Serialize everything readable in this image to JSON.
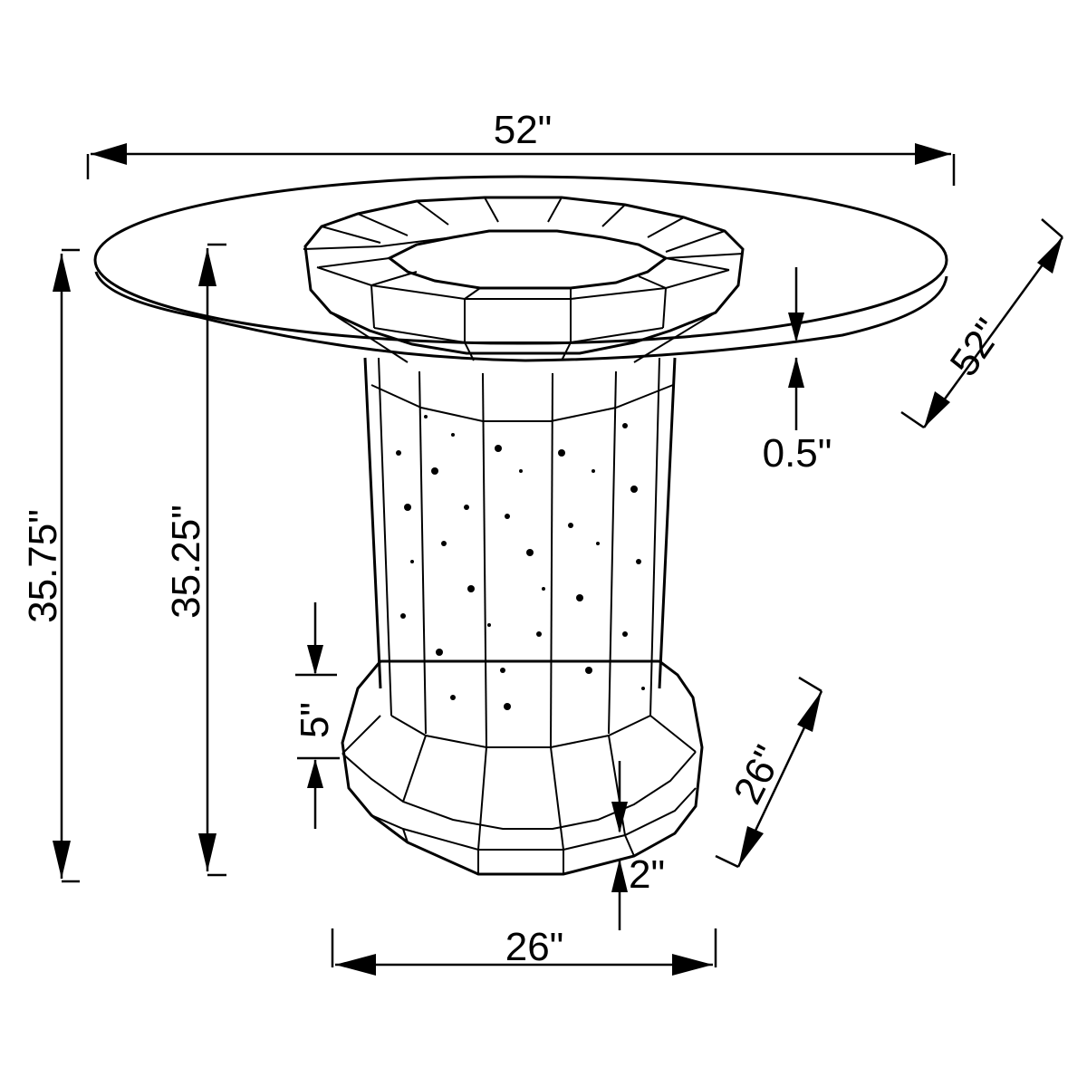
{
  "diagram": {
    "subject": "Round bar table with faceted mirrored pedestal base",
    "background": "#ffffff",
    "line_color": "#000000",
    "dimensions": {
      "top_width": "52\"",
      "top_depth": "52\"",
      "top_thickness": "0.5\"",
      "overall_height": "35.75\"",
      "base_height": "35.25\"",
      "plinth_height": "5\"",
      "plinth_edge": "2\"",
      "base_width": "26\"",
      "base_depth": "26\""
    }
  }
}
